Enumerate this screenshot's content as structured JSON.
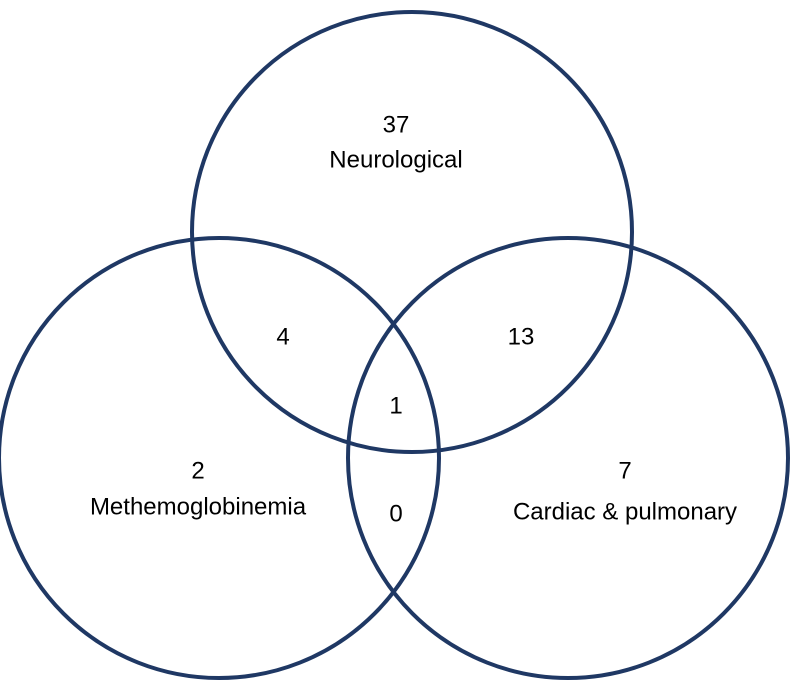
{
  "stroke_color": "#1f3864",
  "text_color": "#000000",
  "sets": {
    "neurological": {
      "name": "Neurological",
      "only": "37"
    },
    "methemoglobinemia": {
      "name": "Methemoglobinemia",
      "only": "2"
    },
    "cardiac_pulmonary": {
      "name": "Cardiac & pulmonary",
      "only": "7"
    }
  },
  "overlaps": {
    "neurological_methemoglobinemia": "4",
    "neurological_cardiac_pulmonary": "13",
    "methemoglobinemia_cardiac_pulmonary": "0",
    "all_three": "1"
  }
}
